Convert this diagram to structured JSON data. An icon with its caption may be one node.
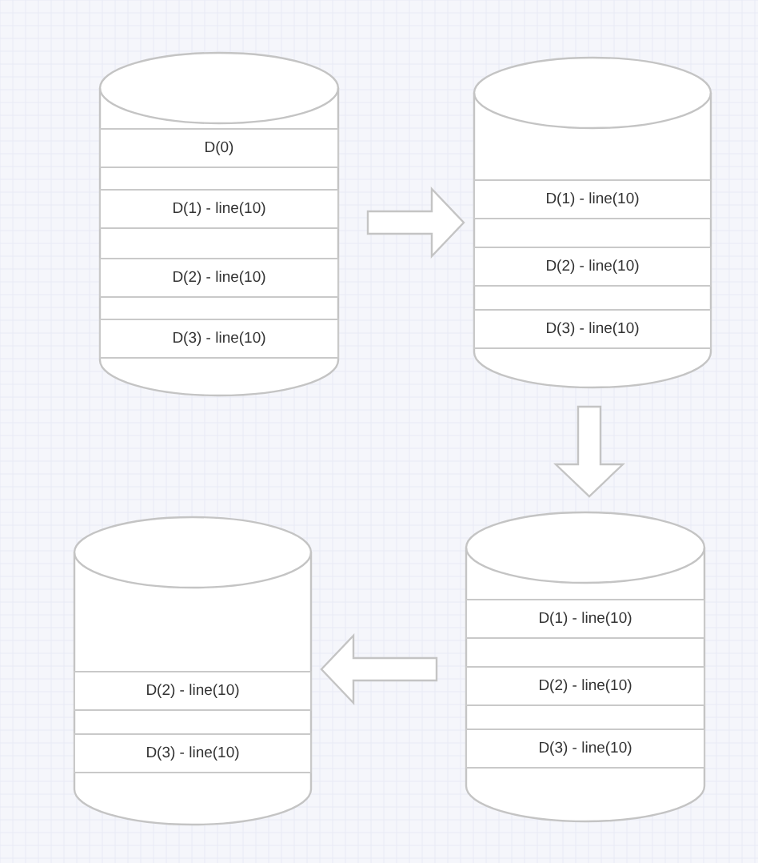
{
  "diagram": {
    "nodes": [
      {
        "text": [],
        "shape": "cylinder"
      },
      {
        "text": [
          "D(0)"
        ],
        "in": 0
      },
      {
        "text": [
          "D(1) - line(10)"
        ],
        "in": 0
      },
      {
        "text": [
          "D(2) - line(10)"
        ],
        "in": 0
      },
      {
        "text": [
          "D(3) - line(10)"
        ],
        "in": 0
      },
      {
        "text": [],
        "shape": "cylinder"
      },
      {
        "text": [
          "D(1) - line(10)"
        ],
        "in": 5
      },
      {
        "text": [
          "D(2) - line(10)"
        ],
        "in": 5
      },
      {
        "text": [
          "D(3) - line(10)"
        ],
        "in": 5
      },
      {
        "text": [],
        "shape": "cylinder"
      },
      {
        "text": [
          "D(2) - line(10)"
        ],
        "in": 9
      },
      {
        "text": [
          "D(3) - line(10)"
        ],
        "in": 9
      },
      {
        "text": [],
        "shape": "cylinder"
      },
      {
        "text": [
          "D(1) - line(10)"
        ],
        "in": 12
      },
      {
        "text": [
          "D(2) - line(10)"
        ],
        "in": 12
      },
      {
        "text": [
          "D(3) - line(10)"
        ],
        "in": 12
      }
    ],
    "edges": [
      {
        "from": 0,
        "to": 5,
        "arrow": "to",
        "style": "thick"
      },
      {
        "from": 5,
        "to": 12,
        "arrow": "to",
        "style": "thick"
      },
      {
        "from": 12,
        "to": 9,
        "arrow": "to",
        "style": "thick"
      }
    ]
  }
}
